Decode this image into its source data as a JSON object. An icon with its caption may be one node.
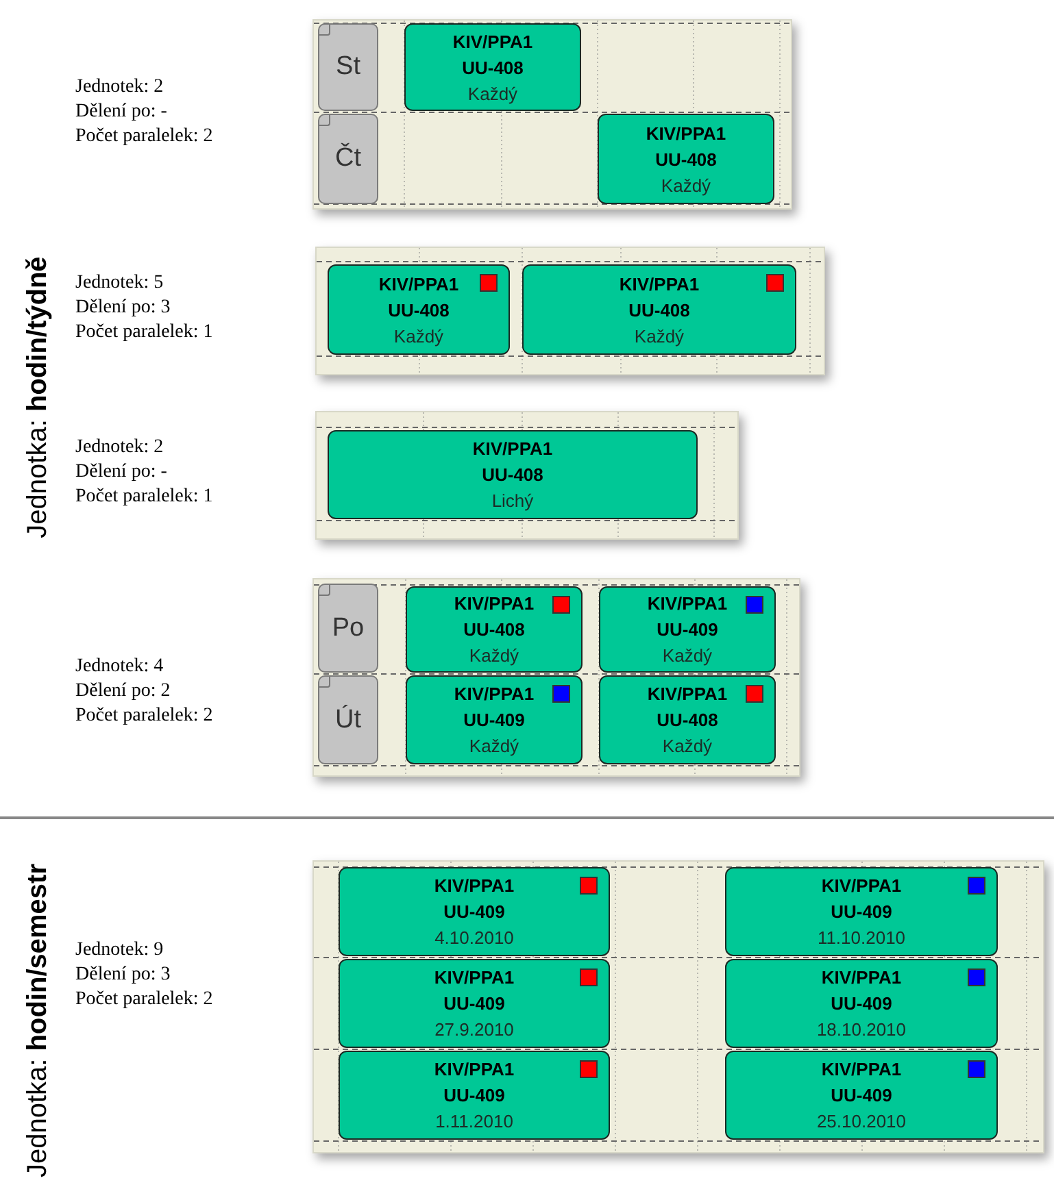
{
  "diagram": {
    "nodes": [
      {
        "text": [],
        "shape": "box",
        "beside": [
          "Jednotek: 2",
          "Dělení po: -",
          "Počet paralelek: 2"
        ]
      },
      {
        "text": [
          "St"
        ],
        "in": 0
      },
      {
        "text": [
          "Čt"
        ],
        "in": 0
      },
      {
        "text": [
          "KIV/PPA1",
          "UU-408",
          "Každý"
        ],
        "in": 0
      },
      {
        "text": [
          "KIV/PPA1",
          "UU-408",
          "Každý"
        ],
        "in": 0
      },
      {
        "text": [],
        "shape": "box",
        "beside": [
          "Jednotek: 5",
          "Dělení po: 3",
          "Počet paralelek: 1"
        ]
      },
      {
        "text": [
          "KIV/PPA1",
          "UU-408",
          "Každý"
        ],
        "in": 5
      },
      {
        "text": [],
        "shape": "box",
        "in": 6
      },
      {
        "text": [
          "KIV/PPA1",
          "UU-408",
          "Každý"
        ],
        "in": 5
      },
      {
        "text": [],
        "shape": "box",
        "in": 8
      },
      {
        "text": [],
        "shape": "box",
        "beside": [
          "Jednotek: 2",
          "Dělení po: -",
          "Počet paralelek: 1"
        ]
      },
      {
        "text": [
          "KIV/PPA1",
          "UU-408",
          "Lichý"
        ],
        "in": 10
      },
      {
        "text": [],
        "shape": "box",
        "beside": [
          "Jednotek: 4",
          "Dělení po: 2",
          "Počet paralelek: 2"
        ]
      },
      {
        "text": [
          "Po"
        ],
        "in": 12
      },
      {
        "text": [
          "Út"
        ],
        "in": 12
      },
      {
        "text": [
          "KIV/PPA1",
          "UU-408",
          "Každý"
        ],
        "in": 12
      },
      {
        "text": [],
        "shape": "box",
        "in": 15
      },
      {
        "text": [
          "KIV/PPA1",
          "UU-409",
          "Každý"
        ],
        "in": 12
      },
      {
        "text": [],
        "shape": "box",
        "in": 17
      },
      {
        "text": [
          "KIV/PPA1",
          "UU-409",
          "Každý"
        ],
        "in": 12
      },
      {
        "text": [],
        "shape": "box",
        "in": 19
      },
      {
        "text": [
          "KIV/PPA1",
          "UU-408",
          "Každý"
        ],
        "in": 12
      },
      {
        "text": [],
        "shape": "box",
        "in": 21
      },
      {
        "text": [],
        "shape": "box",
        "beside": [
          "Jednotek: 9",
          "Dělení po: 3",
          "Počet paralelek: 2"
        ]
      },
      {
        "text": [
          "KIV/PPA1",
          "UU-409",
          "4.10.2010"
        ],
        "in": 23
      },
      {
        "text": [],
        "shape": "box",
        "in": 24
      },
      {
        "text": [
          "KIV/PPA1",
          "UU-409",
          "11.10.2010"
        ],
        "in": 23
      },
      {
        "text": [],
        "shape": "box",
        "in": 26
      },
      {
        "text": [
          "KIV/PPA1",
          "UU-409",
          "27.9.2010"
        ],
        "in": 23
      },
      {
        "text": [],
        "shape": "box",
        "in": 28
      },
      {
        "text": [
          "KIV/PPA1",
          "UU-409",
          "18.10.2010"
        ],
        "in": 23
      },
      {
        "text": [],
        "shape": "box",
        "in": 30
      },
      {
        "text": [
          "KIV/PPA1",
          "UU-409",
          "1.11.2010"
        ],
        "in": 23
      },
      {
        "text": [],
        "shape": "box",
        "in": 32
      },
      {
        "text": [
          "KIV/PPA1",
          "UU-409",
          "25.10.2010"
        ],
        "in": 23
      },
      {
        "text": [],
        "shape": "box",
        "in": 34
      }
    ],
    "labels": [
      "Jednotka: **hodin/týdně**",
      "Jednotka: **hodin/semestr**"
    ]
  }
}
